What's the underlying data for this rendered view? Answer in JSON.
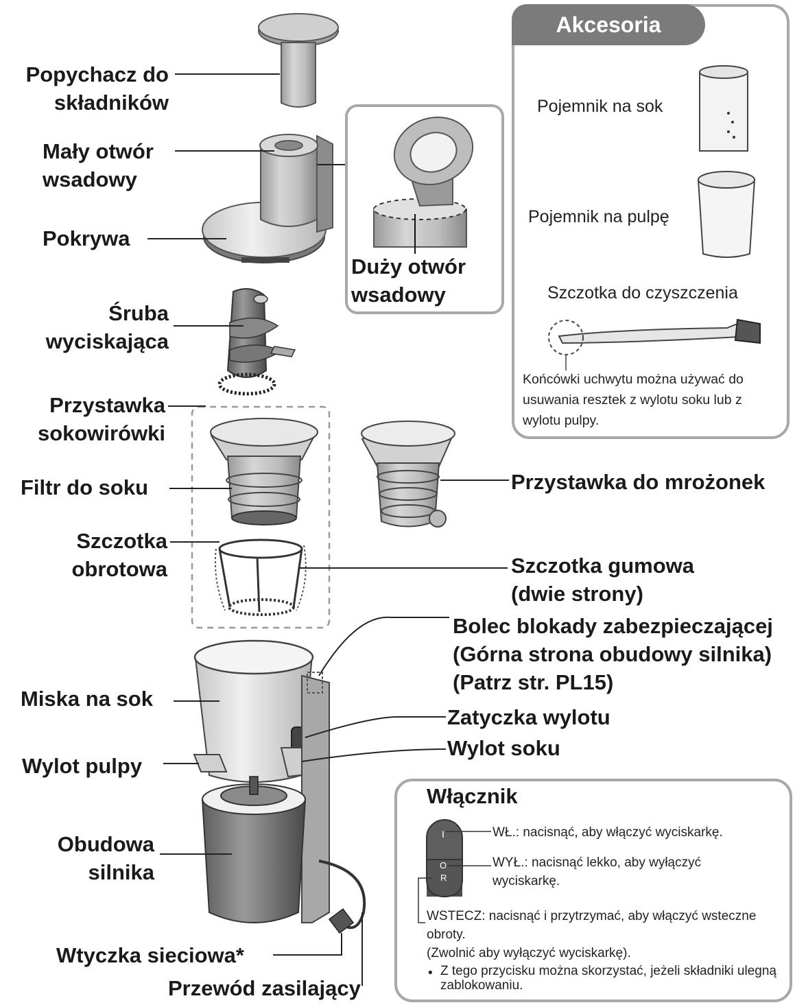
{
  "labels": {
    "pusher": [
      "Popychacz do",
      "składników"
    ],
    "small_inlet": [
      "Mały otwór",
      "wsadowy"
    ],
    "lid": "Pokrywa",
    "large_inlet": [
      "Duży otwór",
      "wsadowy"
    ],
    "screw": [
      "Śruba",
      "wyciskająca"
    ],
    "juicer_attachment": [
      "Przystawka",
      "sokowirówki"
    ],
    "juice_filter": "Filtr do soku",
    "frozen_attachment": "Przystawka do mrożonek",
    "rotating_brush": [
      "Szczotka",
      "obrotowa"
    ],
    "rubber_brush": [
      "Szczotka gumowa",
      "(dwie strony)"
    ],
    "safety_pin": [
      "Bolec blokady zabezpieczającej",
      "(Górna strona obudowy silnika)",
      "(Patrz str. PL15)"
    ],
    "juice_bowl": "Miska na sok",
    "outlet_cap": "Zatyczka wylotu",
    "juice_outlet": "Wylot soku",
    "pulp_outlet": "Wylot pulpy",
    "motor_housing": [
      "Obudowa",
      "silnika"
    ],
    "plug": "Wtyczka sieciowa*",
    "power_cord": "Przewód zasilający"
  },
  "accessories": {
    "title": "Akcesoria",
    "juice_container": "Pojemnik na sok",
    "pulp_container": "Pojemnik na pulpę",
    "cleaning_brush": "Szczotka do czyszczenia",
    "note": "Końcówki uchwytu można używać do usuwania resztek z wylotu soku lub z wylotu pulpy."
  },
  "switch": {
    "title": "Włącznik",
    "on": "WŁ.: nacisnąć, aby włączyć wyciskarkę.",
    "off": "WYŁ.: nacisnąć lekko, aby wyłączyć wyciskarkę.",
    "reverse": "WSTECZ: nacisnąć i przytrzymać, aby włączyć wsteczne obroty.",
    "reverse_release": "(Zwolnić aby wyłączyć wyciskarkę).",
    "bullet": "Z tego przycisku można skorzystać, jeżeli składniki ulegną zablokowaniu.",
    "glyph_on": "I",
    "glyph_off": "O",
    "glyph_r": "R"
  }
}
